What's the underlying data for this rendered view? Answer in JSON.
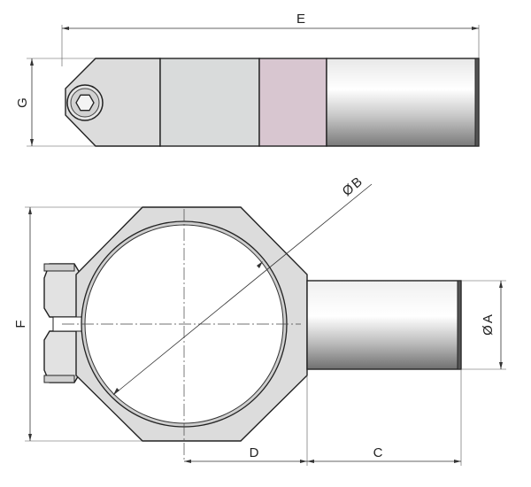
{
  "labels": {
    "E": "E",
    "G": "G",
    "B": "B",
    "F": "F",
    "A": "A",
    "D": "D",
    "C": "C",
    "diameter_symbol": "Ø"
  },
  "colors": {
    "body_gray": "#dcdcdc",
    "segment_gray": "#d9dbdb",
    "segment_pink": "#d8c6d0",
    "rod_light": "#f4f4f4",
    "rod_dark": "#7e7e7e",
    "outline": "#222222",
    "dimension": "#333333"
  },
  "icons": {
    "hex_socket": "hex-socket-screw-icon"
  }
}
